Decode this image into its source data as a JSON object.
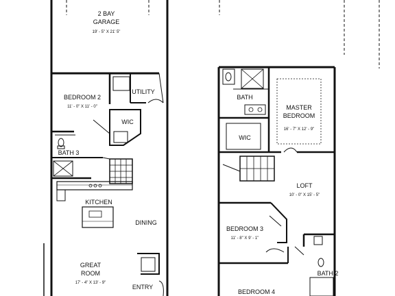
{
  "first_floor": {
    "garage": {
      "name_line1": "2 BAY",
      "name_line2": "GARAGE",
      "dims": "19' - 5\" X 21' 5\""
    },
    "bedroom2": {
      "name": "BEDROOM 2",
      "dims": "11' - 0\" X 11' - 0\""
    },
    "utility": {
      "name": "UTILITY"
    },
    "wic": {
      "name": "WIC"
    },
    "bath3": {
      "name": "BATH 3"
    },
    "kitchen": {
      "name": "KITCHEN"
    },
    "dining": {
      "name": "DINING"
    },
    "great_room": {
      "name_line1": "GREAT",
      "name_line2": "ROOM",
      "dims": "17' - 4\" X 13' - 9\""
    },
    "entry": {
      "name": "ENTRY"
    }
  },
  "second_floor": {
    "bath": {
      "name": "BATH"
    },
    "master_bedroom": {
      "name_line1": "MASTER",
      "name_line2": "BEDROOM",
      "dims": "16' - 7\" X 12' - 9\""
    },
    "wic": {
      "name": "WIC"
    },
    "loft": {
      "name": "LOFT",
      "dims": "10' - 0\" X 15' - 5\""
    },
    "bedroom3": {
      "name": "BEDROOM 3",
      "dims": "11' - 8\" X 9' - 1\""
    },
    "bath2": {
      "name": "BATH 2"
    },
    "bedroom4": {
      "name": "BEDROOM 4"
    }
  }
}
